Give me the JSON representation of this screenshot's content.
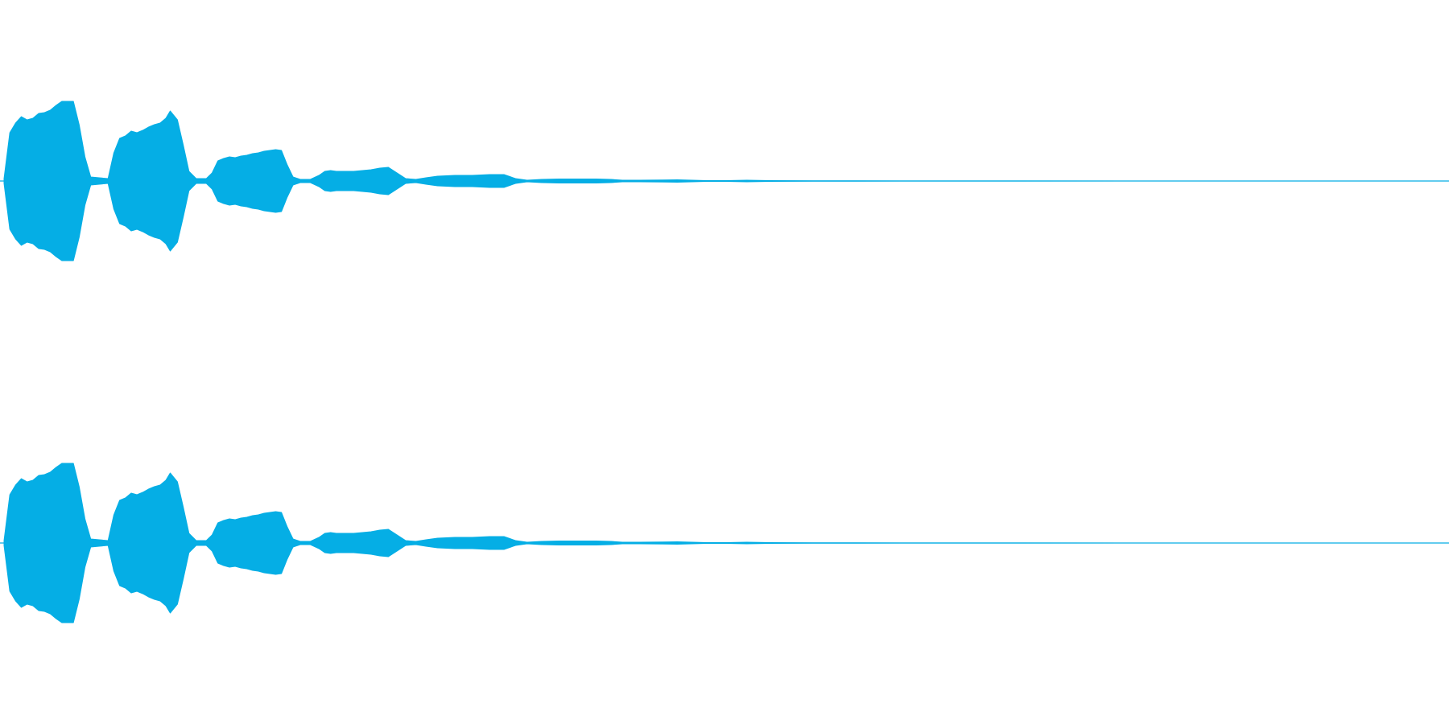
{
  "waveform": {
    "wave_color": "#05aee5",
    "background_color": "#ffffff",
    "channels": [
      {
        "name": "",
        "envelope": [
          [
            0.0,
            0.03
          ],
          [
            0.004,
            0.6
          ],
          [
            0.008,
            0.72
          ],
          [
            0.012,
            0.8
          ],
          [
            0.016,
            0.76
          ],
          [
            0.02,
            0.78
          ],
          [
            0.024,
            0.84
          ],
          [
            0.028,
            0.85
          ],
          [
            0.032,
            0.88
          ],
          [
            0.036,
            0.94
          ],
          [
            0.04,
            0.99
          ],
          [
            0.048,
            0.99
          ],
          [
            0.052,
            0.7
          ],
          [
            0.056,
            0.3
          ],
          [
            0.06,
            0.05
          ],
          [
            0.066,
            0.04
          ],
          [
            0.072,
            0.03
          ],
          [
            0.076,
            0.35
          ],
          [
            0.08,
            0.53
          ],
          [
            0.084,
            0.56
          ],
          [
            0.088,
            0.62
          ],
          [
            0.092,
            0.6
          ],
          [
            0.096,
            0.63
          ],
          [
            0.1,
            0.67
          ],
          [
            0.104,
            0.7
          ],
          [
            0.108,
            0.72
          ],
          [
            0.112,
            0.78
          ],
          [
            0.115,
            0.87
          ],
          [
            0.12,
            0.76
          ],
          [
            0.124,
            0.45
          ],
          [
            0.128,
            0.12
          ],
          [
            0.133,
            0.03
          ],
          [
            0.14,
            0.03
          ],
          [
            0.144,
            0.1
          ],
          [
            0.148,
            0.25
          ],
          [
            0.152,
            0.28
          ],
          [
            0.156,
            0.3
          ],
          [
            0.16,
            0.29
          ],
          [
            0.164,
            0.31
          ],
          [
            0.168,
            0.32
          ],
          [
            0.172,
            0.34
          ],
          [
            0.176,
            0.35
          ],
          [
            0.18,
            0.37
          ],
          [
            0.184,
            0.38
          ],
          [
            0.188,
            0.39
          ],
          [
            0.192,
            0.38
          ],
          [
            0.196,
            0.2
          ],
          [
            0.2,
            0.05
          ],
          [
            0.205,
            0.02
          ],
          [
            0.212,
            0.02
          ],
          [
            0.218,
            0.07
          ],
          [
            0.222,
            0.12
          ],
          [
            0.226,
            0.13
          ],
          [
            0.23,
            0.12
          ],
          [
            0.236,
            0.12
          ],
          [
            0.242,
            0.12
          ],
          [
            0.248,
            0.13
          ],
          [
            0.254,
            0.14
          ],
          [
            0.26,
            0.16
          ],
          [
            0.266,
            0.17
          ],
          [
            0.272,
            0.1
          ],
          [
            0.278,
            0.03
          ],
          [
            0.285,
            0.02
          ],
          [
            0.292,
            0.04
          ],
          [
            0.3,
            0.06
          ],
          [
            0.312,
            0.07
          ],
          [
            0.324,
            0.07
          ],
          [
            0.336,
            0.08
          ],
          [
            0.346,
            0.08
          ],
          [
            0.354,
            0.03
          ],
          [
            0.362,
            0.01
          ],
          [
            0.372,
            0.02
          ],
          [
            0.384,
            0.025
          ],
          [
            0.396,
            0.025
          ],
          [
            0.41,
            0.025
          ],
          [
            0.42,
            0.02
          ],
          [
            0.428,
            0.01
          ],
          [
            0.44,
            0.01
          ],
          [
            0.456,
            0.012
          ],
          [
            0.466,
            0.015
          ],
          [
            0.476,
            0.01
          ],
          [
            0.486,
            0.005
          ],
          [
            0.5,
            0.005
          ],
          [
            0.514,
            0.01
          ],
          [
            0.53,
            0.005
          ],
          [
            0.56,
            0.003
          ],
          [
            0.59,
            0.003
          ],
          [
            0.62,
            0.001
          ],
          [
            1.0,
            0.0
          ]
        ]
      },
      {
        "name": "",
        "envelope": [
          [
            0.0,
            0.03
          ],
          [
            0.004,
            0.6
          ],
          [
            0.008,
            0.72
          ],
          [
            0.012,
            0.8
          ],
          [
            0.016,
            0.76
          ],
          [
            0.02,
            0.78
          ],
          [
            0.024,
            0.84
          ],
          [
            0.028,
            0.85
          ],
          [
            0.032,
            0.88
          ],
          [
            0.036,
            0.94
          ],
          [
            0.04,
            0.99
          ],
          [
            0.048,
            0.99
          ],
          [
            0.052,
            0.7
          ],
          [
            0.056,
            0.3
          ],
          [
            0.06,
            0.05
          ],
          [
            0.066,
            0.04
          ],
          [
            0.072,
            0.03
          ],
          [
            0.076,
            0.35
          ],
          [
            0.08,
            0.53
          ],
          [
            0.084,
            0.56
          ],
          [
            0.088,
            0.62
          ],
          [
            0.092,
            0.6
          ],
          [
            0.096,
            0.63
          ],
          [
            0.1,
            0.67
          ],
          [
            0.104,
            0.7
          ],
          [
            0.108,
            0.72
          ],
          [
            0.112,
            0.78
          ],
          [
            0.115,
            0.87
          ],
          [
            0.12,
            0.76
          ],
          [
            0.124,
            0.45
          ],
          [
            0.128,
            0.12
          ],
          [
            0.133,
            0.03
          ],
          [
            0.14,
            0.03
          ],
          [
            0.144,
            0.1
          ],
          [
            0.148,
            0.25
          ],
          [
            0.152,
            0.28
          ],
          [
            0.156,
            0.3
          ],
          [
            0.16,
            0.29
          ],
          [
            0.164,
            0.31
          ],
          [
            0.168,
            0.32
          ],
          [
            0.172,
            0.34
          ],
          [
            0.176,
            0.35
          ],
          [
            0.18,
            0.37
          ],
          [
            0.184,
            0.38
          ],
          [
            0.188,
            0.39
          ],
          [
            0.192,
            0.38
          ],
          [
            0.196,
            0.2
          ],
          [
            0.2,
            0.05
          ],
          [
            0.205,
            0.02
          ],
          [
            0.212,
            0.02
          ],
          [
            0.218,
            0.07
          ],
          [
            0.222,
            0.12
          ],
          [
            0.226,
            0.13
          ],
          [
            0.23,
            0.12
          ],
          [
            0.236,
            0.12
          ],
          [
            0.242,
            0.12
          ],
          [
            0.248,
            0.13
          ],
          [
            0.254,
            0.14
          ],
          [
            0.26,
            0.16
          ],
          [
            0.266,
            0.17
          ],
          [
            0.272,
            0.1
          ],
          [
            0.278,
            0.03
          ],
          [
            0.285,
            0.02
          ],
          [
            0.292,
            0.04
          ],
          [
            0.3,
            0.06
          ],
          [
            0.312,
            0.07
          ],
          [
            0.324,
            0.07
          ],
          [
            0.336,
            0.08
          ],
          [
            0.346,
            0.08
          ],
          [
            0.354,
            0.03
          ],
          [
            0.362,
            0.01
          ],
          [
            0.372,
            0.02
          ],
          [
            0.384,
            0.025
          ],
          [
            0.396,
            0.025
          ],
          [
            0.41,
            0.025
          ],
          [
            0.42,
            0.02
          ],
          [
            0.428,
            0.01
          ],
          [
            0.44,
            0.01
          ],
          [
            0.456,
            0.012
          ],
          [
            0.466,
            0.015
          ],
          [
            0.476,
            0.01
          ],
          [
            0.486,
            0.005
          ],
          [
            0.5,
            0.005
          ],
          [
            0.514,
            0.01
          ],
          [
            0.53,
            0.005
          ],
          [
            0.56,
            0.003
          ],
          [
            0.59,
            0.003
          ],
          [
            0.62,
            0.001
          ],
          [
            1.0,
            0.0
          ]
        ]
      }
    ]
  }
}
